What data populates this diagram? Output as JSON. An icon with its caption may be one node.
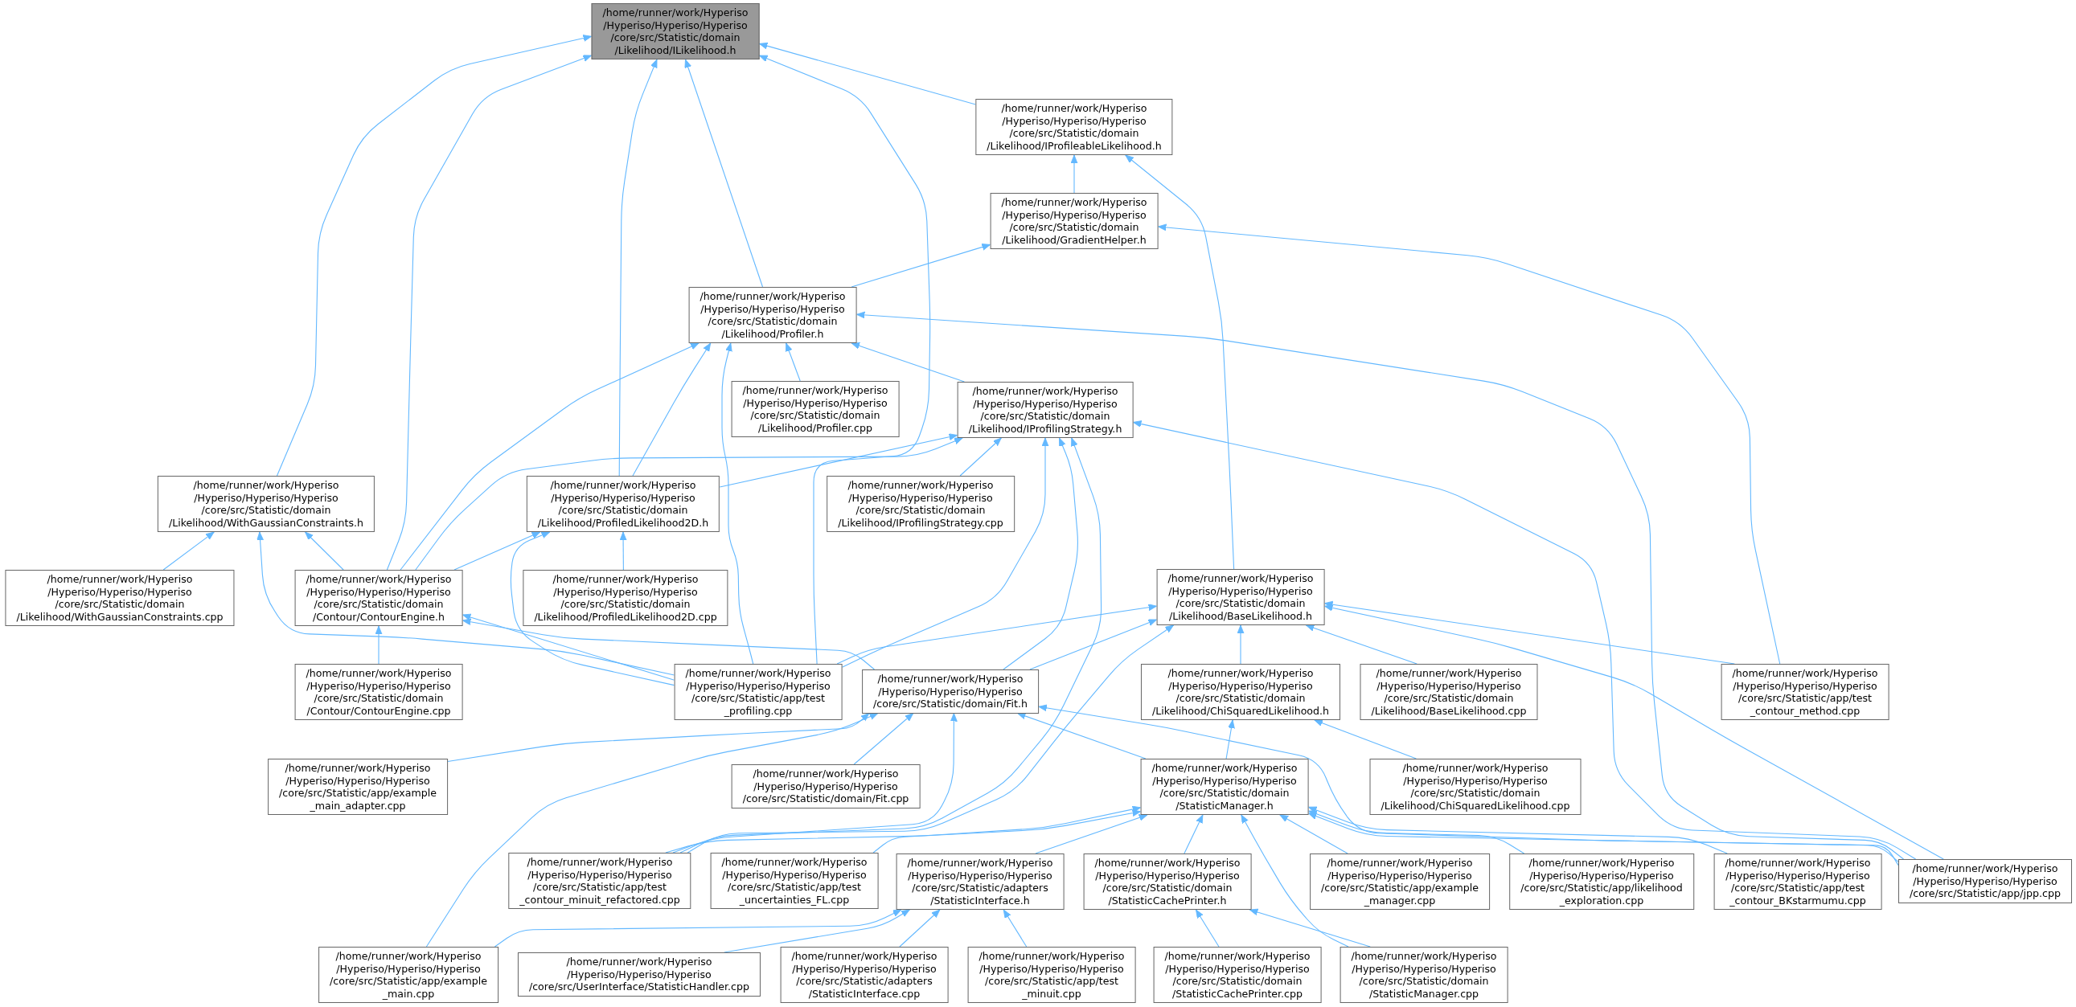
{
  "diagram": {
    "nodes": [
      {
        "text": [
          "/home/runner/work/Hyperiso /Hyperiso/Hyperiso/Hyperiso /core/src/Statistic/domain /Likelihood/ILikelihood.h"
        ]
      },
      {
        "text": [
          "/home/runner/work/Hyperiso /Hyperiso/Hyperiso/Hyperiso /core/src/Statistic/domain /Likelihood/IProfileableLikelihood.h"
        ]
      },
      {
        "text": [
          "/home/runner/work/Hyperiso /Hyperiso/Hyperiso/Hyperiso /core/src/Statistic/domain /Likelihood/GradientHelper.h"
        ]
      },
      {
        "text": [
          "/home/runner/work/Hyperiso /Hyperiso/Hyperiso/Hyperiso /core/src/Statistic/domain /Likelihood/Profiler.h"
        ]
      },
      {
        "text": [
          "/home/runner/work/Hyperiso /Hyperiso/Hyperiso/Hyperiso /core/src/Statistic/domain /Likelihood/IProfilingStrategy.h"
        ]
      },
      {
        "text": [
          "/home/runner/work/Hyperiso /Hyperiso/Hyperiso/Hyperiso /core/src/Statistic/domain /Likelihood/Profiler.cpp"
        ]
      },
      {
        "text": [
          "/home/runner/work/Hyperiso /Hyperiso/Hyperiso/Hyperiso /core/src/Statistic/domain /Likelihood/WithGaussianConstraints.h"
        ]
      },
      {
        "text": [
          "/home/runner/work/Hyperiso /Hyperiso/Hyperiso/Hyperiso /core/src/Statistic/domain /Likelihood/ProfiledLikelihood2D.h"
        ]
      },
      {
        "text": [
          "/home/runner/work/Hyperiso /Hyperiso/Hyperiso/Hyperiso /core/src/Statistic/domain /Likelihood/IProfilingStrategy.cpp"
        ]
      },
      {
        "text": [
          "/home/runner/work/Hyperiso /Hyperiso/Hyperiso/Hyperiso /core/src/Statistic/domain /Likelihood/BaseLikelihood.h"
        ]
      },
      {
        "text": [
          "/home/runner/work/Hyperiso /Hyperiso/Hyperiso/Hyperiso /core/src/Statistic/domain /Likelihood/WithGaussianConstraints.cpp"
        ]
      },
      {
        "text": [
          "/home/runner/work/Hyperiso /Hyperiso/Hyperiso/Hyperiso /core/src/Statistic/domain /Contour/ContourEngine.h"
        ]
      },
      {
        "text": [
          "/home/runner/work/Hyperiso /Hyperiso/Hyperiso/Hyperiso /core/src/Statistic/domain /Likelihood/ProfiledLikelihood2D.cpp"
        ]
      },
      {
        "text": [
          "/home/runner/work/Hyperiso /Hyperiso/Hyperiso/Hyperiso /core/src/Statistic/domain /Contour/ContourEngine.cpp"
        ]
      },
      {
        "text": [
          "/home/runner/work/Hyperiso /Hyperiso/Hyperiso/Hyperiso /core/src/Statistic/app/test _profiling.cpp"
        ]
      },
      {
        "text": [
          "/home/runner/work/Hyperiso /Hyperiso/Hyperiso/Hyperiso /core/src/Statistic/domain/Fit.h"
        ]
      },
      {
        "text": [
          "/home/runner/work/Hyperiso /Hyperiso/Hyperiso/Hyperiso /core/src/Statistic/domain /Likelihood/ChiSquaredLikelihood.h"
        ]
      },
      {
        "text": [
          "/home/runner/work/Hyperiso /Hyperiso/Hyperiso/Hyperiso /core/src/Statistic/domain /Likelihood/BaseLikelihood.cpp"
        ]
      },
      {
        "text": [
          "/home/runner/work/Hyperiso /Hyperiso/Hyperiso/Hyperiso /core/src/Statistic/app/test _contour_method.cpp"
        ]
      },
      {
        "text": [
          "/home/runner/work/Hyperiso /Hyperiso/Hyperiso/Hyperiso /core/src/Statistic/app/example _main_adapter.cpp"
        ]
      },
      {
        "text": [
          "/home/runner/work/Hyperiso /Hyperiso/Hyperiso/Hyperiso /core/src/Statistic/domain/Fit.cpp"
        ]
      },
      {
        "text": [
          "/home/runner/work/Hyperiso /Hyperiso/Hyperiso/Hyperiso /core/src/Statistic/domain /StatisticManager.h"
        ]
      },
      {
        "text": [
          "/home/runner/work/Hyperiso /Hyperiso/Hyperiso/Hyperiso /core/src/Statistic/domain /Likelihood/ChiSquaredLikelihood.cpp"
        ]
      },
      {
        "text": [
          "/home/runner/work/Hyperiso /Hyperiso/Hyperiso/Hyperiso /core/src/Statistic/app/test _contour_minuit_refactored.cpp"
        ]
      },
      {
        "text": [
          "/home/runner/work/Hyperiso /Hyperiso/Hyperiso/Hyperiso /core/src/Statistic/app/test _uncertainties_FL.cpp"
        ]
      },
      {
        "text": [
          "/home/runner/work/Hyperiso /Hyperiso/Hyperiso/Hyperiso /core/src/Statistic/adapters /StatisticInterface.h"
        ]
      },
      {
        "text": [
          "/home/runner/work/Hyperiso /Hyperiso/Hyperiso/Hyperiso /core/src/Statistic/domain /StatisticCachePrinter.h"
        ]
      },
      {
        "text": [
          "/home/runner/work/Hyperiso /Hyperiso/Hyperiso/Hyperiso /core/src/Statistic/app/example _manager.cpp"
        ]
      },
      {
        "text": [
          "/home/runner/work/Hyperiso /Hyperiso/Hyperiso/Hyperiso /core/src/Statistic/app/likelihood _exploration.cpp"
        ]
      },
      {
        "text": [
          "/home/runner/work/Hyperiso /Hyperiso/Hyperiso/Hyperiso /core/src/Statistic/app/test _contour_BKstarmumu.cpp"
        ]
      },
      {
        "text": [
          "/home/runner/work/Hyperiso /Hyperiso/Hyperiso/Hyperiso /core/src/Statistic/app/jpp.cpp"
        ]
      },
      {
        "text": [
          "/home/runner/work/Hyperiso /Hyperiso/Hyperiso/Hyperiso /core/src/Statistic/app/example _main.cpp"
        ]
      },
      {
        "text": [
          "/home/runner/work/Hyperiso /Hyperiso/Hyperiso/Hyperiso /core/src/UserInterface/StatisticHandler.cpp"
        ]
      },
      {
        "text": [
          "/home/runner/work/Hyperiso /Hyperiso/Hyperiso/Hyperiso /core/src/Statistic/adapters /StatisticInterface.cpp"
        ]
      },
      {
        "text": [
          "/home/runner/work/Hyperiso /Hyperiso/Hyperiso/Hyperiso /core/src/Statistic/app/test _minuit.cpp"
        ]
      },
      {
        "text": [
          "/home/runner/work/Hyperiso /Hyperiso/Hyperiso/Hyperiso /core/src/Statistic/domain /StatisticCachePrinter.cpp"
        ]
      },
      {
        "text": [
          "/home/runner/work/Hyperiso /Hyperiso/Hyperiso/Hyperiso /core/src/Statistic/domain /StatisticManager.cpp"
        ]
      }
    ],
    "edges": [
      {
        "from": 6,
        "to": 0,
        "arrow": "to"
      },
      {
        "from": 11,
        "to": 0,
        "arrow": "to"
      },
      {
        "from": 7,
        "to": 0,
        "arrow": "to"
      },
      {
        "from": 3,
        "to": 0,
        "arrow": "to"
      },
      {
        "from": 14,
        "to": 0,
        "arrow": "to"
      },
      {
        "from": 1,
        "to": 0,
        "arrow": "to"
      },
      {
        "from": 2,
        "to": 1,
        "arrow": "to"
      },
      {
        "from": 9,
        "to": 1,
        "arrow": "to"
      },
      {
        "from": 3,
        "to": 2,
        "arrow": "to"
      },
      {
        "from": 18,
        "to": 2,
        "arrow": "to"
      },
      {
        "from": 11,
        "to": 3,
        "arrow": "to"
      },
      {
        "from": 7,
        "to": 3,
        "arrow": "to"
      },
      {
        "from": 14,
        "to": 3,
        "arrow": "to"
      },
      {
        "from": 5,
        "to": 3,
        "arrow": "to"
      },
      {
        "from": 4,
        "to": 3,
        "arrow": "to"
      },
      {
        "from": 30,
        "to": 3,
        "arrow": "to"
      },
      {
        "from": 8,
        "to": 4,
        "arrow": "to"
      },
      {
        "from": 7,
        "to": 4,
        "arrow": "to"
      },
      {
        "from": 11,
        "to": 4,
        "arrow": "to"
      },
      {
        "from": 14,
        "to": 4,
        "arrow": "to"
      },
      {
        "from": 15,
        "to": 4,
        "arrow": "to"
      },
      {
        "from": 23,
        "to": 4,
        "arrow": "to"
      },
      {
        "from": 30,
        "to": 4,
        "arrow": "to"
      },
      {
        "from": 10,
        "to": 6,
        "arrow": "to"
      },
      {
        "from": 11,
        "to": 6,
        "arrow": "to"
      },
      {
        "from": 14,
        "to": 6,
        "arrow": "to"
      },
      {
        "from": 12,
        "to": 7,
        "arrow": "to"
      },
      {
        "from": 11,
        "to": 7,
        "arrow": "to"
      },
      {
        "from": 14,
        "to": 7,
        "arrow": "to"
      },
      {
        "from": 13,
        "to": 11,
        "arrow": "to"
      },
      {
        "from": 14,
        "to": 11,
        "arrow": "to"
      },
      {
        "from": 15,
        "to": 11,
        "arrow": "to"
      },
      {
        "from": 19,
        "to": 15,
        "arrow": "to"
      },
      {
        "from": 31,
        "to": 15,
        "arrow": "to"
      },
      {
        "from": 20,
        "to": 15,
        "arrow": "to"
      },
      {
        "from": 23,
        "to": 15,
        "arrow": "to"
      },
      {
        "from": 21,
        "to": 15,
        "arrow": "to"
      },
      {
        "from": 30,
        "to": 15,
        "arrow": "to"
      },
      {
        "from": 21,
        "to": 16,
        "arrow": "to"
      },
      {
        "from": 22,
        "to": 16,
        "arrow": "to"
      },
      {
        "from": 14,
        "to": 9,
        "arrow": "to"
      },
      {
        "from": 15,
        "to": 9,
        "arrow": "to"
      },
      {
        "from": 23,
        "to": 9,
        "arrow": "to"
      },
      {
        "from": 16,
        "to": 9,
        "arrow": "to"
      },
      {
        "from": 17,
        "to": 9,
        "arrow": "to"
      },
      {
        "from": 18,
        "to": 9,
        "arrow": "to"
      },
      {
        "from": 30,
        "to": 9,
        "arrow": "to"
      },
      {
        "from": 23,
        "to": 21,
        "arrow": "to"
      },
      {
        "from": 24,
        "to": 21,
        "arrow": "to"
      },
      {
        "from": 25,
        "to": 21,
        "arrow": "to"
      },
      {
        "from": 26,
        "to": 21,
        "arrow": "to"
      },
      {
        "from": 36,
        "to": 21,
        "arrow": "to"
      },
      {
        "from": 27,
        "to": 21,
        "arrow": "to"
      },
      {
        "from": 28,
        "to": 21,
        "arrow": "to"
      },
      {
        "from": 29,
        "to": 21,
        "arrow": "to"
      },
      {
        "from": 30,
        "to": 21,
        "arrow": "to"
      },
      {
        "from": 31,
        "to": 25,
        "arrow": "to"
      },
      {
        "from": 32,
        "to": 25,
        "arrow": "to"
      },
      {
        "from": 33,
        "to": 25,
        "arrow": "to"
      },
      {
        "from": 34,
        "to": 25,
        "arrow": "to"
      },
      {
        "from": 35,
        "to": 26,
        "arrow": "to"
      },
      {
        "from": 36,
        "to": 26,
        "arrow": "to"
      }
    ]
  }
}
